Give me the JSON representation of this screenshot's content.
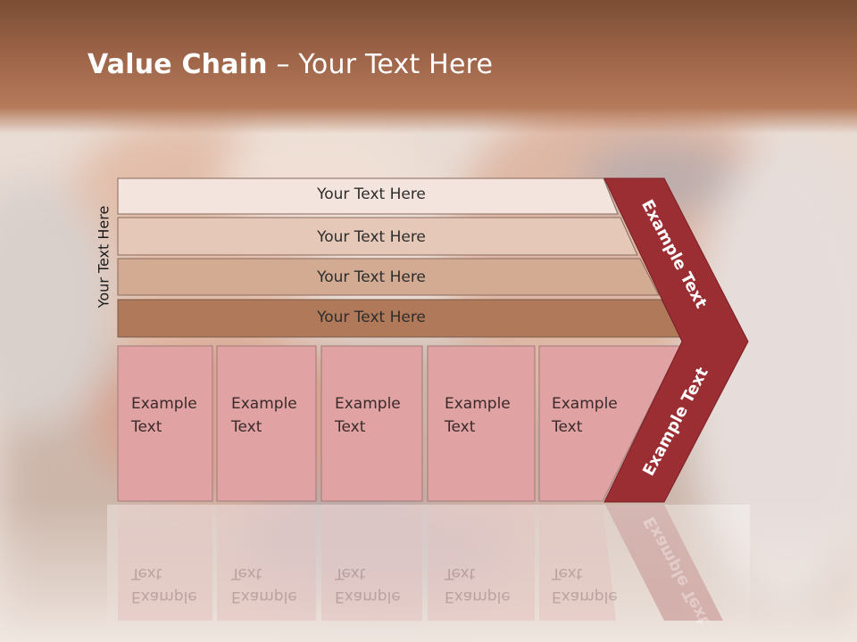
{
  "slide": {
    "title_bold": "Value Chain",
    "title_rest": " – Your Text Here",
    "vertical_label": "Your Text Here"
  },
  "rows": [
    {
      "label": "Your Text Here",
      "fill": "#f3e5de"
    },
    {
      "label": "Your Text Here",
      "fill": "#e6c8b8"
    },
    {
      "label": "Your Text Here",
      "fill": "#d3ab93"
    },
    {
      "label": "Your Text Here",
      "fill": "#b07a5a"
    }
  ],
  "columns": [
    {
      "line1": "Example",
      "line2": "Text"
    },
    {
      "line1": "Example",
      "line2": "Text"
    },
    {
      "line1": "Example",
      "line2": "Text"
    },
    {
      "line1": "Example",
      "line2": "Text"
    },
    {
      "line1": "Example",
      "line2": "Text"
    }
  ],
  "chevron": {
    "upper_label": "Example Text",
    "lower_label": "Example Text",
    "color": "#9a2e33"
  },
  "colors": {
    "title_bar": "#a0664a",
    "column_fill": "#e0a2a2",
    "accent": "#9a2e33"
  }
}
